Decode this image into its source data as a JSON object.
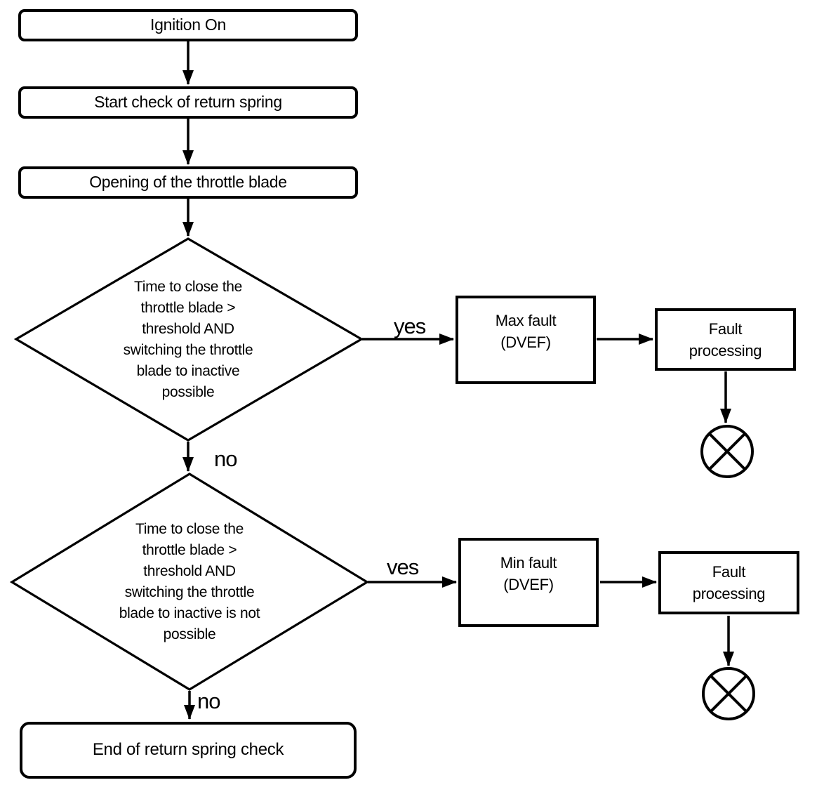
{
  "diagram": {
    "colors": {
      "line": "#000000",
      "background": "#ffffff"
    },
    "nodes": {
      "ignition_on": {
        "type": "process",
        "label": "Ignition On"
      },
      "start_check": {
        "type": "process",
        "label": "Start check of return spring"
      },
      "opening_throttle": {
        "type": "process",
        "label": "Opening of the throttle blade"
      },
      "decision_close_possible": {
        "type": "decision",
        "lines": [
          "Time to close the",
          "throttle blade >",
          "threshold AND",
          "switching the throttle",
          "blade to inactive",
          "possible"
        ]
      },
      "max_fault": {
        "type": "process",
        "lines": [
          "Max fault",
          "(DVEF)"
        ]
      },
      "fault_processing_top": {
        "type": "process",
        "lines": [
          "Fault",
          "processing"
        ]
      },
      "decision_close_not_possible": {
        "type": "decision",
        "lines": [
          "Time to close the",
          "throttle blade >",
          "threshold AND",
          "switching the throttle",
          "blade to inactive is not",
          "possible"
        ]
      },
      "min_fault": {
        "type": "process",
        "lines": [
          "Min fault",
          "(DVEF)"
        ]
      },
      "fault_processing_bottom": {
        "type": "process",
        "lines": [
          "Fault",
          "processing"
        ]
      },
      "end_check": {
        "type": "terminator",
        "label": "End of return spring check"
      }
    },
    "edge_labels": {
      "decision1_yes": "yes",
      "decision1_no": "no",
      "decision2_yes": "ves",
      "decision2_no": "no"
    }
  }
}
